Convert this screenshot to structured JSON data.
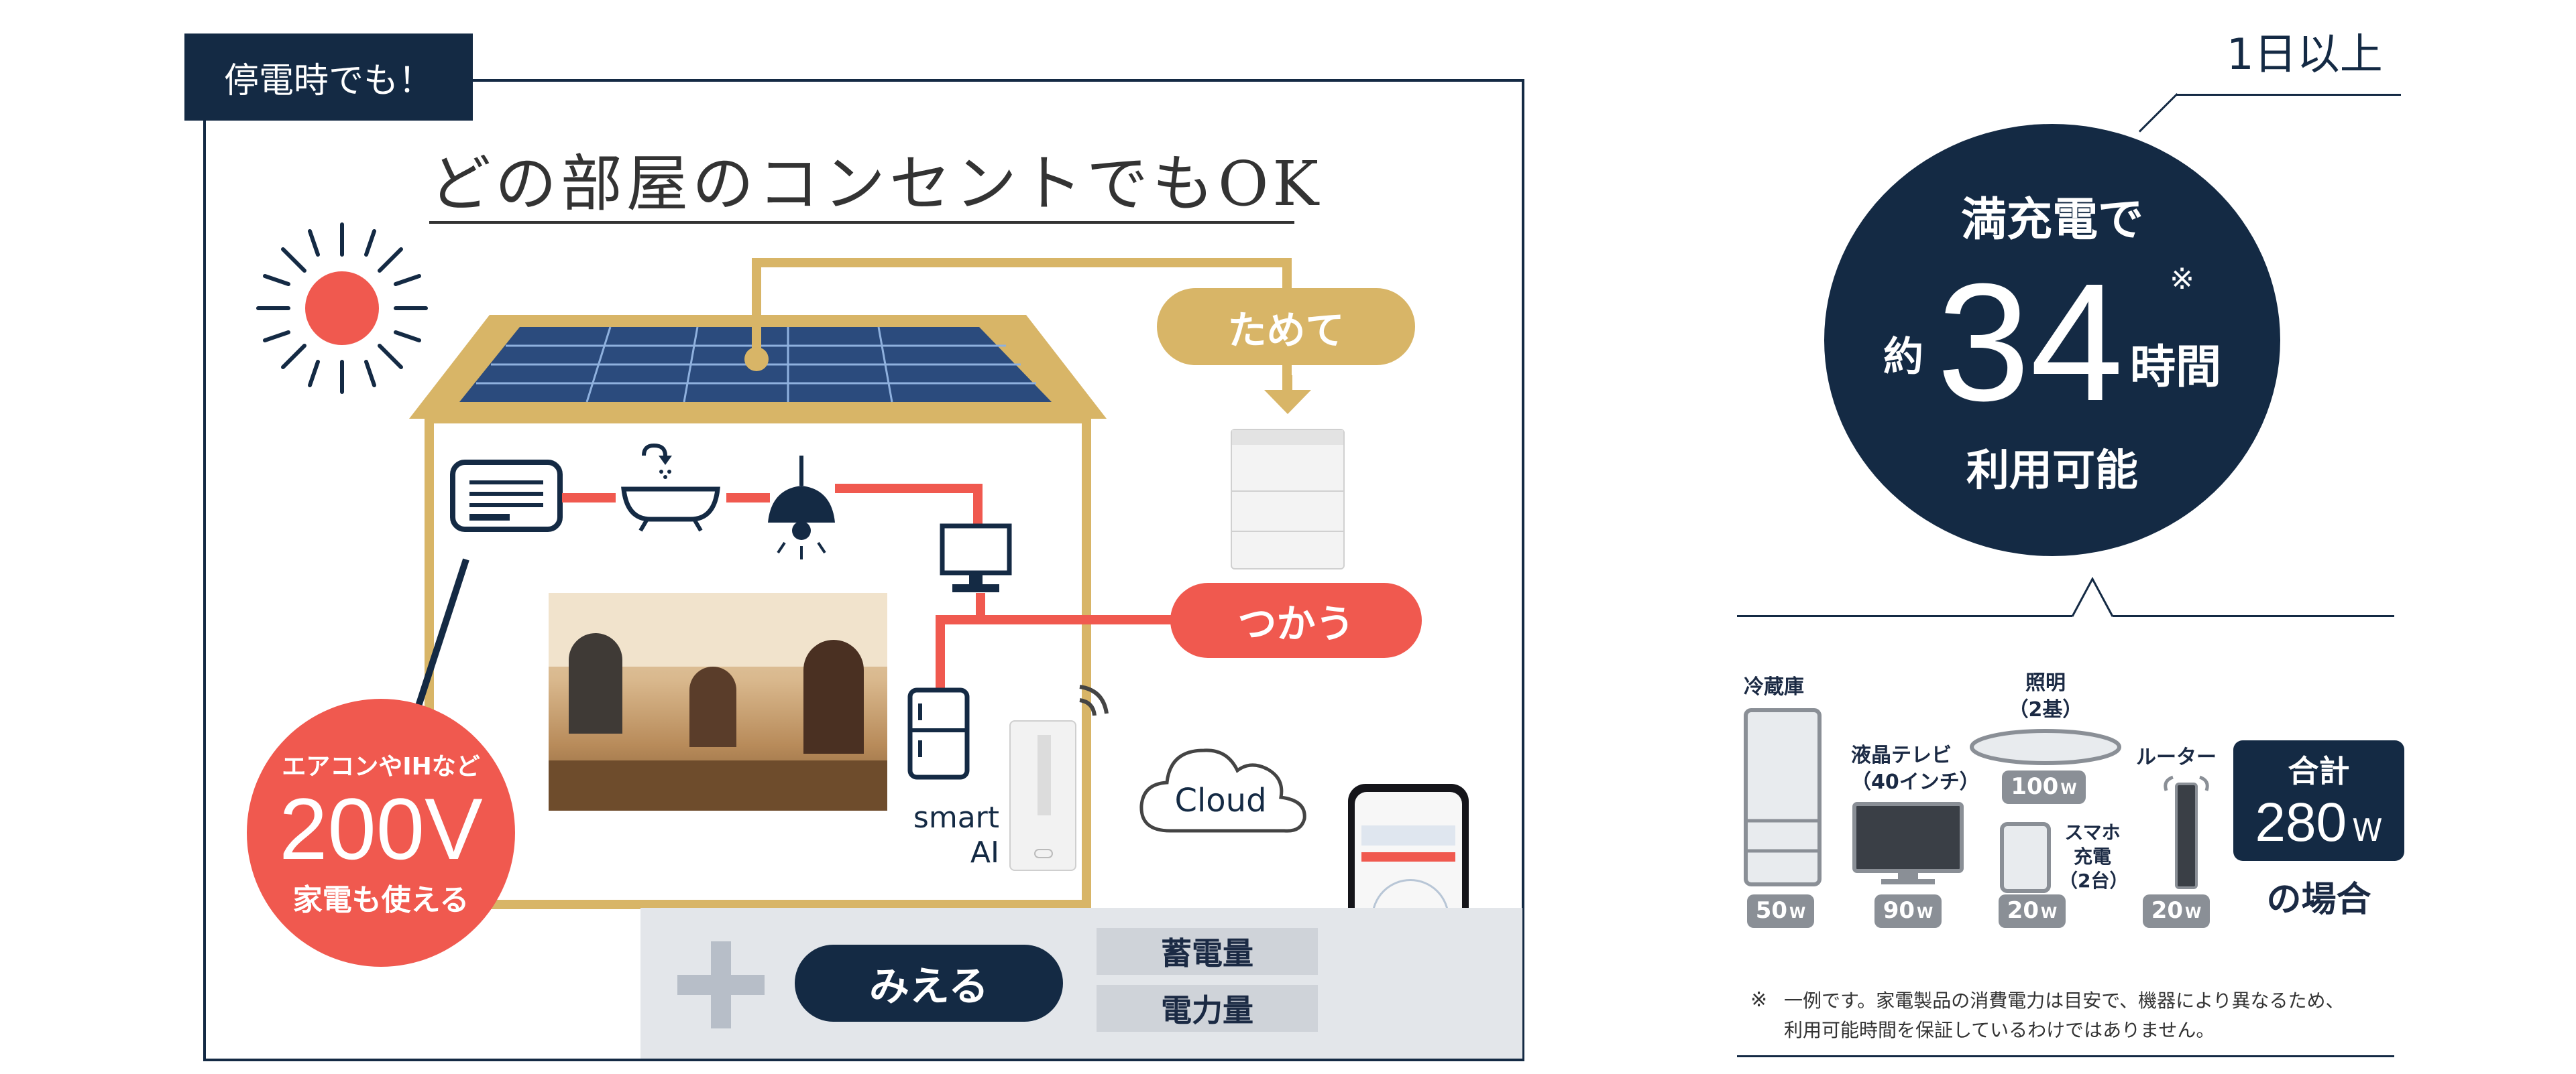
{
  "left": {
    "tag": "停電時でも！",
    "headline": "どの部屋のコンセントでもOK",
    "tamete": "ためて",
    "tsukau": "つかう",
    "miero": "みえる",
    "chikudenryo": "蓄電量",
    "denryokuryo": "電力量",
    "smart_ai": "smart\nAI",
    "cloud": "Cloud",
    "circle200v": {
      "top": "エアコンやIHなど",
      "big": "200V",
      "bottom": "家電も使える"
    }
  },
  "right": {
    "callout": "1日以上",
    "circle": {
      "line1": "満充電で",
      "prefix": "約",
      "number": "34",
      "mark": "※",
      "unit": "時間",
      "line3": "利用可能"
    },
    "appliances": [
      {
        "name": "冷蔵庫",
        "watts": "50",
        "unit": "W"
      },
      {
        "name": "液晶テレビ\n（40インチ）",
        "watts": "90",
        "unit": "W"
      },
      {
        "name": "照明\n（2基）",
        "watts": "100",
        "unit": "W"
      },
      {
        "name": "スマホ\n充電\n（2台）",
        "watts": "20",
        "unit": "W"
      },
      {
        "name": "ルーター",
        "watts": "20",
        "unit": "W"
      }
    ],
    "total": {
      "label": "合計",
      "value": "280",
      "unit": "W",
      "suffix": "の場合"
    },
    "note_mark": "※",
    "note": "一例です。家電製品の消費電力は目安で、機器により異なるため、\n利用可能時間を保証しているわけではありません。"
  },
  "colors": {
    "navy": "#142a44",
    "red": "#f0594f",
    "gold": "#d8b567",
    "gray": "#8a8f96"
  }
}
